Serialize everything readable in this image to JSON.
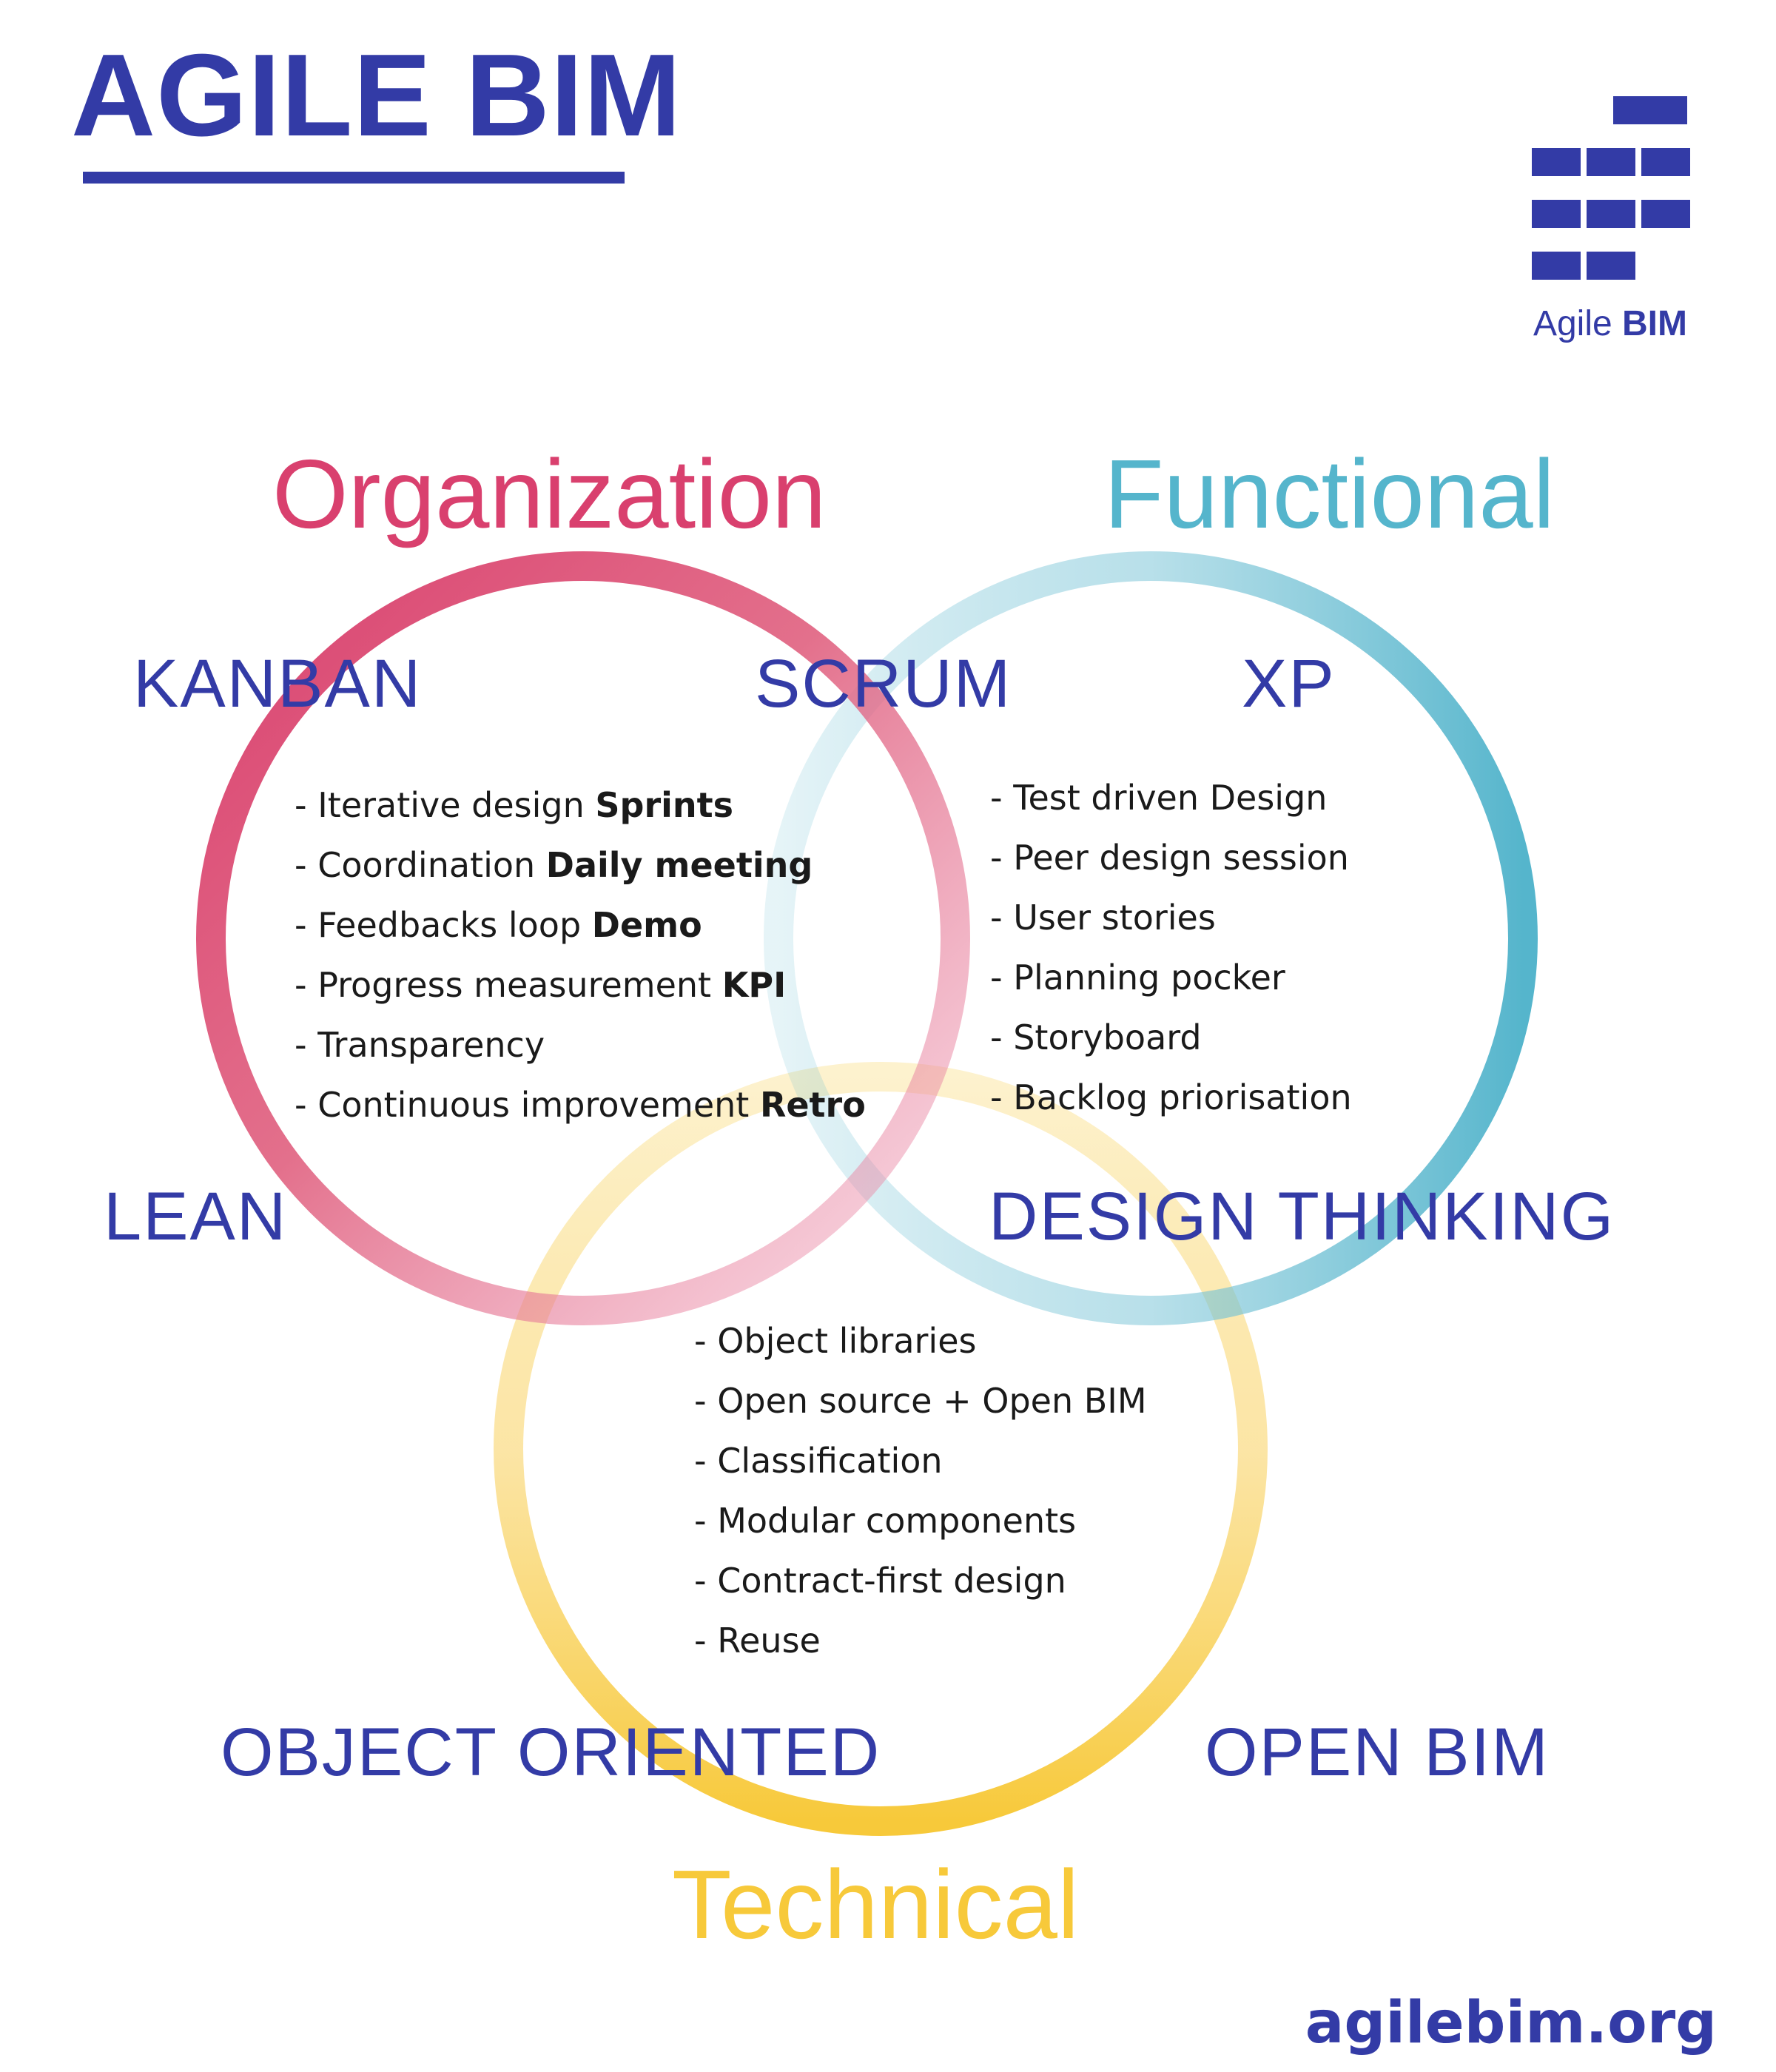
{
  "title": "AGILE BIM",
  "logo": {
    "text_regular": "Agile",
    "text_bold": "BIM"
  },
  "colors": {
    "navy": "#333ba6",
    "pink": "#d9406e",
    "teal": "#55b5cc",
    "yellow": "#f7c93a"
  },
  "circles": {
    "organization": {
      "heading": "Organization",
      "color": "#d9406e"
    },
    "functional": {
      "heading": "Functional",
      "color": "#55b5cc"
    },
    "technical": {
      "heading": "Technical",
      "color": "#f7c93a"
    }
  },
  "methods": {
    "kanban": "KANBAN",
    "scrum": "SCRUM",
    "xp": "XP",
    "lean": "LEAN",
    "design_thinking": "DESIGN THINKING",
    "object_oriented": "OBJECT ORIENTED",
    "open_bim": "OPEN BIM"
  },
  "organization_items": [
    {
      "text": "- Iterative design ",
      "bold": "Sprints"
    },
    {
      "text": "- Coordination ",
      "bold": "Daily meeting"
    },
    {
      "text": "- Feedbacks loop ",
      "bold": "Demo"
    },
    {
      "text": "- Progress measurement ",
      "bold": "KPI"
    },
    {
      "text": "- Transparency",
      "bold": ""
    },
    {
      "text": "- Continuous improvement ",
      "bold": "Retro"
    }
  ],
  "functional_items": [
    "- Test driven Design",
    "- Peer design session",
    "- User stories",
    "- Planning pocker",
    "- Storyboard",
    "- Backlog priorisation"
  ],
  "technical_items": [
    "- Object libraries",
    "- Open source + Open BIM",
    "- Classification",
    "- Modular components",
    "- Contract-first design",
    "- Reuse"
  ],
  "website": "agilebim.org"
}
